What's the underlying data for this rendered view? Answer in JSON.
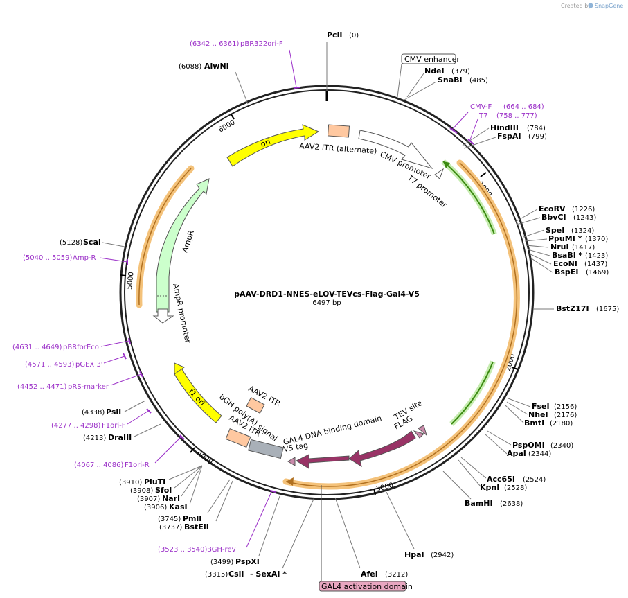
{
  "watermark": {
    "text": "Created by",
    "brand": "SnapGene"
  },
  "plasmid": {
    "name": "pAAV-DRD1-NNES-eLOV-TEVcs-Flag-Gal4-V5",
    "size": "6497 bp"
  },
  "ticks": [
    "1000",
    "2000",
    "3000",
    "4000",
    "5000",
    "6000"
  ],
  "sites": {
    "PciI": [
      "PciI",
      "(0)"
    ],
    "NdeI": [
      "NdeI",
      "(379)"
    ],
    "SnaBI": [
      "SnaBI",
      "(485)"
    ],
    "HindIII": [
      "HindIII",
      "(784)"
    ],
    "FspAI": [
      "FspAI",
      "(799)"
    ],
    "EcoRV": [
      "EcoRV",
      "(1226)"
    ],
    "BbvCI": [
      "BbvCI",
      "(1243)"
    ],
    "SpeI": [
      "SpeI",
      "(1324)"
    ],
    "PpuMI": [
      "PpuMI *",
      "(1370)"
    ],
    "NruI": [
      "NruI",
      "(1417)"
    ],
    "BsaBI": [
      "BsaBI *",
      "(1423)"
    ],
    "EcoNI": [
      "EcoNI",
      "(1437)"
    ],
    "BspEI": [
      "BspEI",
      "(1469)"
    ],
    "BstZ17I": [
      "BstZ17I",
      "(1675)"
    ],
    "FseI": [
      "FseI",
      "(2156)"
    ],
    "NheI": [
      "NheI",
      "(2176)"
    ],
    "BmtI": [
      "BmtI",
      "(2180)"
    ],
    "PspOMI": [
      "PspOMI",
      "(2340)"
    ],
    "ApaI": [
      "ApaI",
      "(2344)"
    ],
    "Acc65I": [
      "Acc65I",
      "(2524)"
    ],
    "KpnI": [
      "KpnI",
      "(2528)"
    ],
    "BamHI": [
      "BamHI",
      "(2638)"
    ],
    "HpaI": [
      "HpaI",
      "(2942)"
    ],
    "AfeI": [
      "AfeI",
      "(3212)"
    ],
    "CsiI": [
      "CsiI",
      "(3315)"
    ],
    "SexAI": [
      "- SexAI *",
      ""
    ],
    "PspXI": [
      "PspXI",
      "(3499)"
    ],
    "BstEII": [
      "BstEII",
      "(3737)"
    ],
    "PmlI": [
      "PmlI",
      "(3745)"
    ],
    "KasI": [
      "KasI",
      "(3906)"
    ],
    "NarI": [
      "NarI",
      "(3907)"
    ],
    "SfoI": [
      "SfoI",
      "(3908)"
    ],
    "PluTI": [
      "PluTI",
      "(3910)"
    ],
    "DraIII": [
      "DraIII",
      "(4213)"
    ],
    "PsiI": [
      "PsiI",
      "(4338)"
    ],
    "ScaI": [
      "ScaI",
      "(5128)"
    ],
    "AlwNI": [
      "AlwNI",
      "(6088)"
    ]
  },
  "primers": {
    "pBR322ori": [
      "(6342 .. 6361)",
      "pBR322ori-F"
    ],
    "CMVF": [
      "(664 .. 684)",
      "CMV-F"
    ],
    "T7": [
      "(758 .. 777)",
      "T7"
    ],
    "AmpR": [
      "(5040 .. 5059)",
      "Amp-R"
    ],
    "pBRforEco": [
      "(4631 .. 4649)",
      "pBRforEco"
    ],
    "pGEX3": [
      "(4571 .. 4593)",
      "pGEX 3'"
    ],
    "pRSmarker": [
      "(4452 .. 4471)",
      "pRS-marker"
    ],
    "F1oriF": [
      "(4277 .. 4298)",
      "F1ori-F"
    ],
    "F1oriR": [
      "(4067 .. 4086)",
      "F1ori-R"
    ],
    "BGHrev": [
      "(3523 .. 3540)",
      "BGH-rev"
    ]
  },
  "features": {
    "cmv_enhancer": "CMV enhancer",
    "aav2_itr_alt": "AAV2 ITR (alternate)",
    "cmv_promoter": "CMV promoter",
    "t7_promoter": "T7 promoter",
    "ori": "ori",
    "ampr": "AmpR",
    "ampr_promoter": "AmpR promoter",
    "f1_ori": "f1 ori",
    "aav2_itr": "AAV2 ITR",
    "bgh": "bGH poly(A) signal",
    "aav2_itr_2": "AAV2 ITR",
    "gal4_dbd": "GAL4 DNA binding domain",
    "v5_tag": "V5 tag",
    "flag": "FLAG",
    "tev_site": "TEV site",
    "gal4_ad": "GAL4 activation domain"
  },
  "colors": {
    "ori": "#ffff00",
    "ampr": "#ccffcc",
    "itr": "#ffc8a0",
    "f1ori": "#ffff00",
    "gal4": "#993366",
    "primer": "#9b30c8",
    "orange_arc": "#f4c27a",
    "green_arc": "#4a9a1a"
  }
}
